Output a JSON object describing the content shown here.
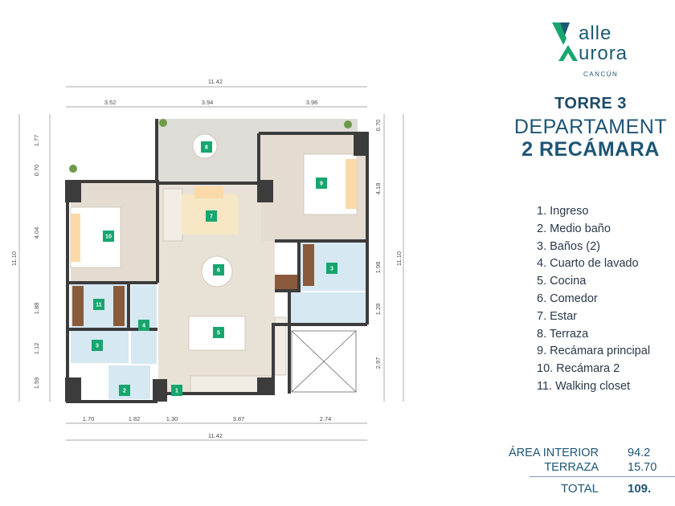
{
  "brand": {
    "line1": "alle",
    "line2": "urora",
    "city": "CANCÚN",
    "accent_color": "#16a66e",
    "text_color": "#1c5a74"
  },
  "heading": {
    "tower": "TORRE 3",
    "type": "DEPARTAMENT",
    "bedrooms": "2 RECÁMARA"
  },
  "legend": [
    "1.  Ingreso",
    "2. Medio baño",
    "3. Baños (2)",
    "4. Cuarto de lavado",
    "5. Cocina",
    "6. Comedor",
    "7. Estar",
    "8. Terraza",
    "9. Recámara principal",
    "10. Recámara 2",
    "11. Walking closet"
  ],
  "areas": {
    "interior_label": "ÁREA INTERIOR",
    "interior_value": "94.2",
    "terrace_label": "TERRAZA",
    "terrace_value": "15.70",
    "total_label": "TOTAL",
    "total_value": "109."
  },
  "plan": {
    "dims_top": [
      "11.42",
      "3.52",
      "3.94",
      "3.96"
    ],
    "dims_bottom": [
      "1.70",
      "1.82",
      "1.30",
      "3.87",
      "2.74",
      "11.42"
    ],
    "dims_left": [
      "1.77",
      "0.70",
      "4.04",
      "1.88",
      "1.12",
      "1.59",
      "11.10"
    ],
    "dims_right": [
      "0.70",
      "4.18",
      "1.98",
      "1.28",
      "2.97",
      "11.10"
    ],
    "room_labels": [
      "1",
      "2",
      "3",
      "3",
      "4",
      "5",
      "6",
      "7",
      "8",
      "9",
      "10",
      "11"
    ],
    "colors": {
      "badge": "#16a66e",
      "wall": "#3c3c3c",
      "floor": "#e8e1d6",
      "terrace": "#dedcd6",
      "bath": "#d6e8f2",
      "closet": "#8a5a3c"
    }
  }
}
